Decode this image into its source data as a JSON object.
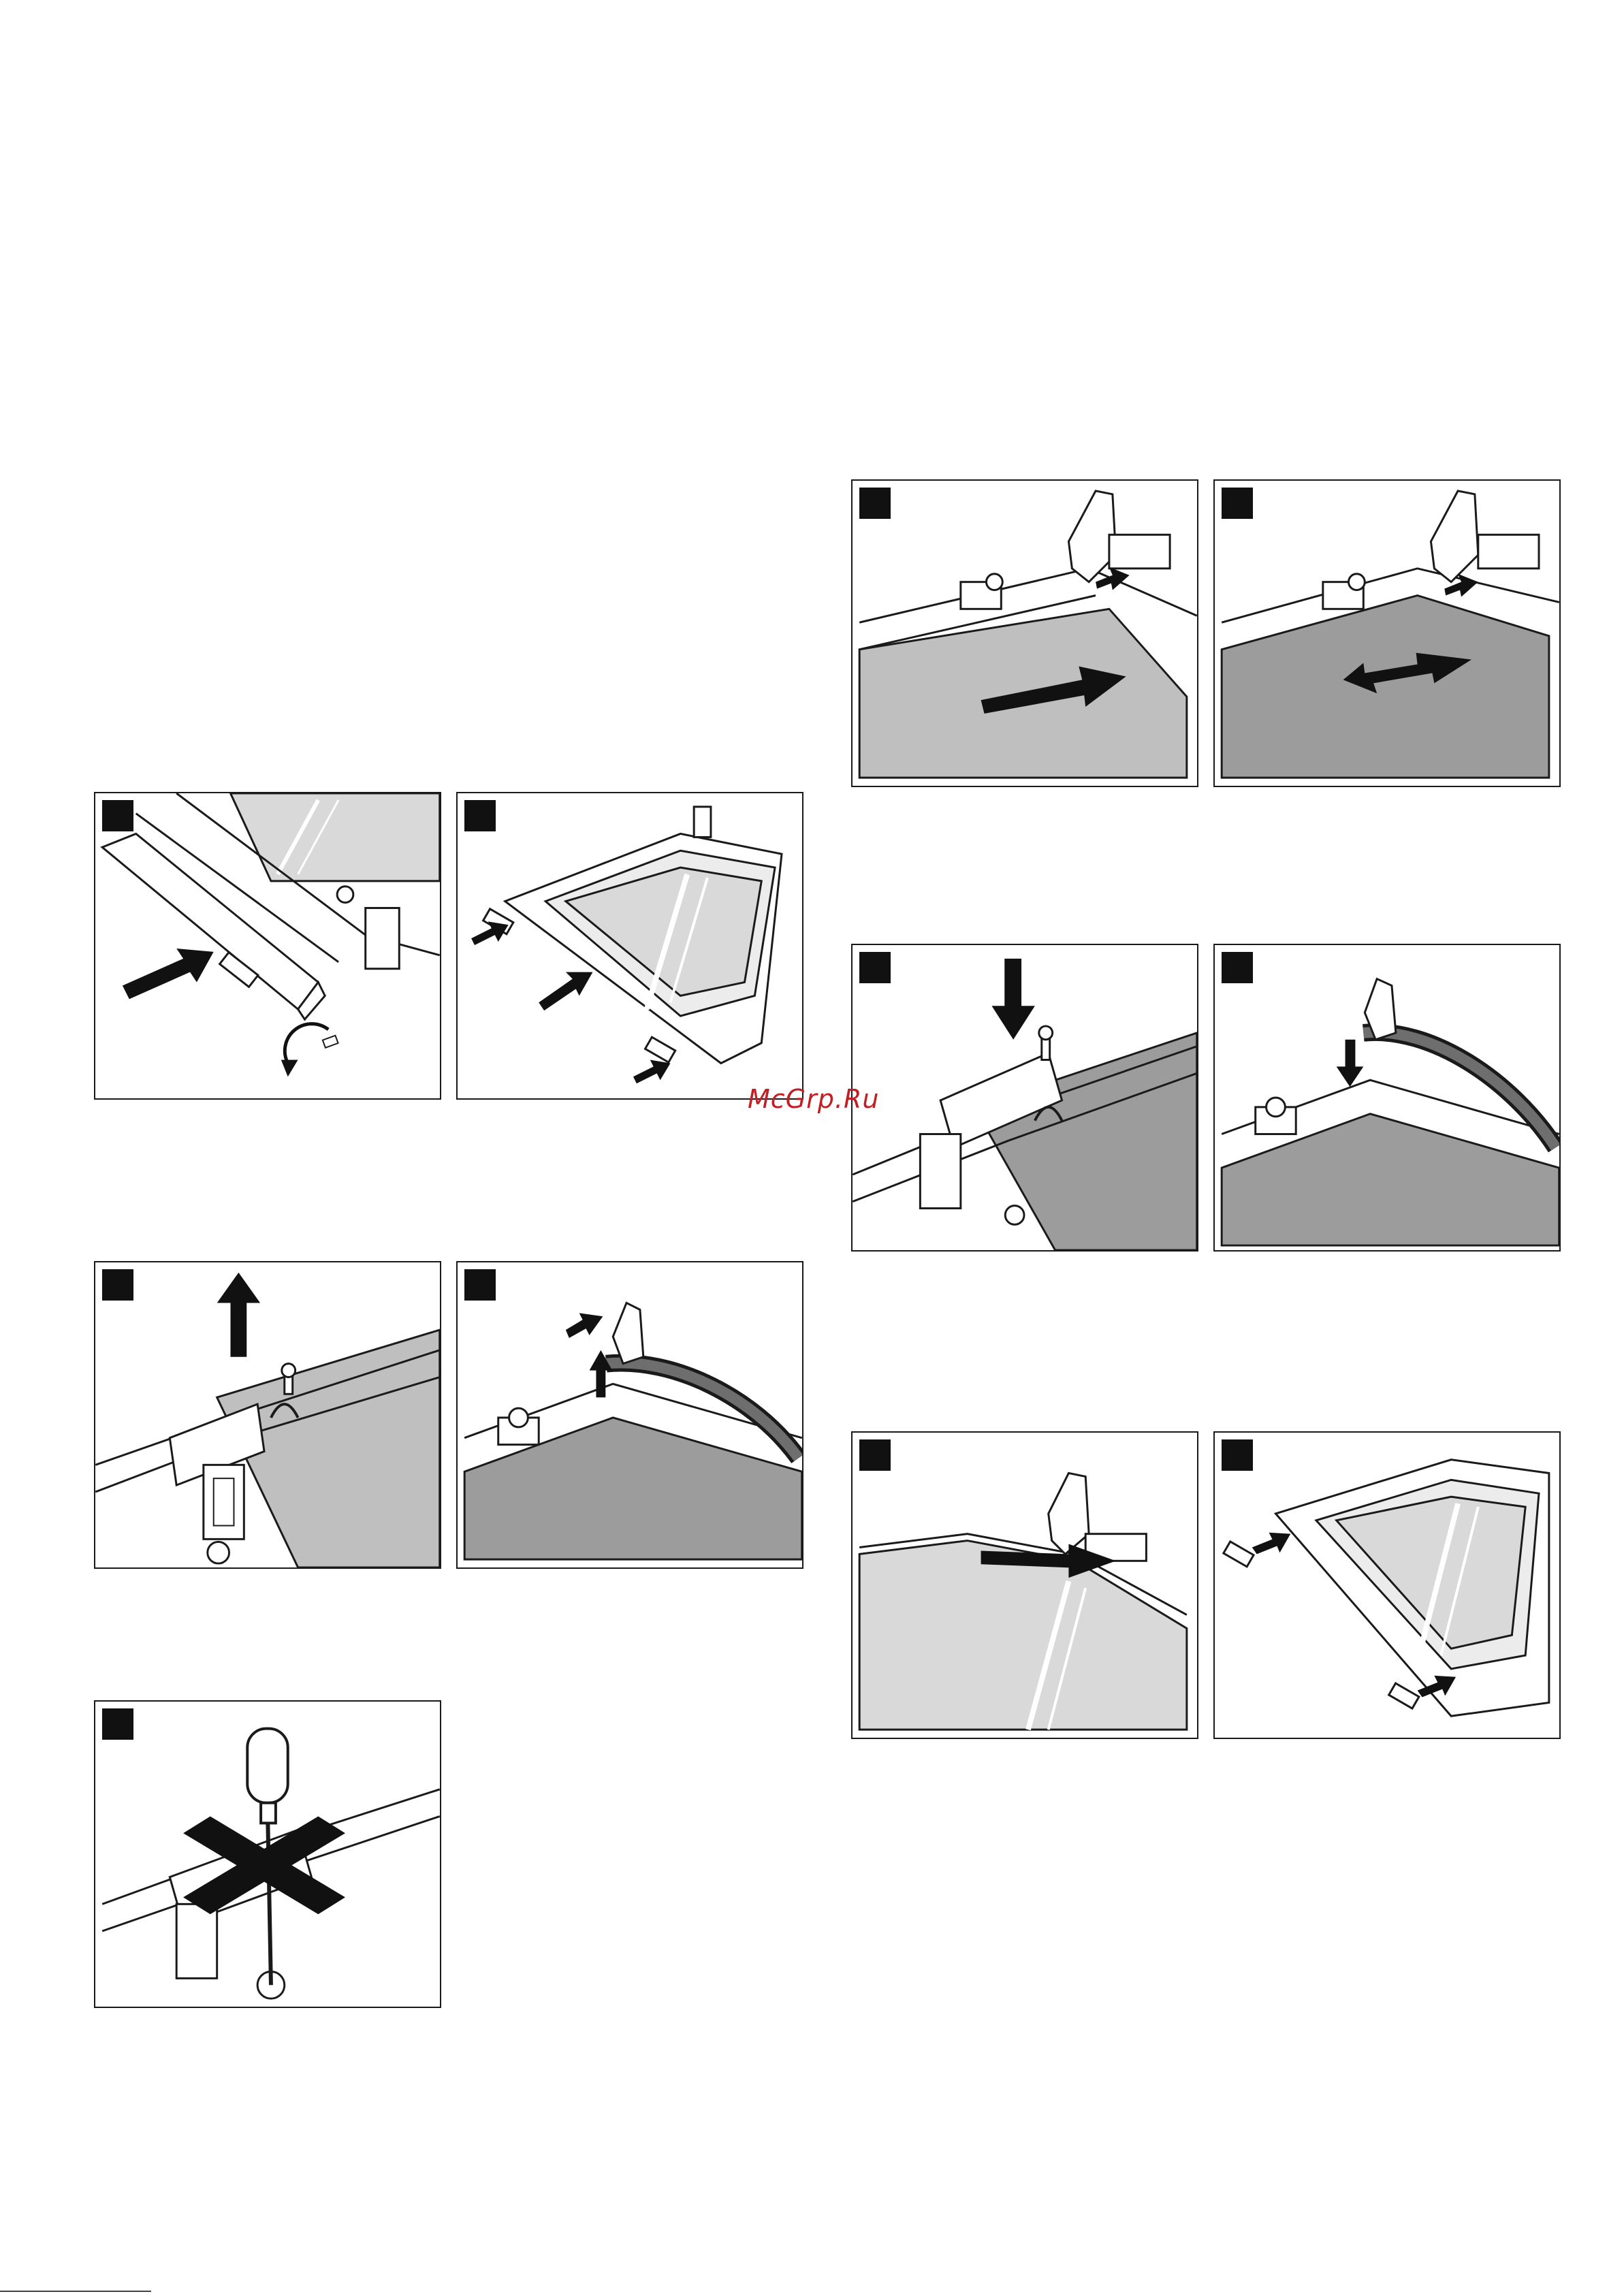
{
  "page": {
    "watermark": "McGrp.Ru"
  },
  "colors": {
    "outline": "#1a1a1a",
    "arrow": "#111111",
    "glass_light": "#d9d9d9",
    "glass_mid": "#bfbfbf",
    "glass_dark": "#9c9c9c",
    "watermark": "#c21f24"
  },
  "illustrations": [
    {
      "id": "step-1",
      "column": "left",
      "depicts": "unscrew-and-remove-door-trim"
    },
    {
      "id": "step-2",
      "column": "left",
      "depicts": "slide-out-glass-pane"
    },
    {
      "id": "step-3",
      "column": "left",
      "depicts": "remove-screw-and-bracket"
    },
    {
      "id": "step-4",
      "column": "left",
      "depicts": "pull-seal-from-hinge"
    },
    {
      "id": "step-5",
      "column": "left",
      "depicts": "do-not-unscrew-warning"
    },
    {
      "id": "step-6",
      "column": "right",
      "depicts": "insert-glass-pane"
    },
    {
      "id": "step-7",
      "column": "right",
      "depicts": "push-glass-pane-home"
    },
    {
      "id": "step-8",
      "column": "right",
      "depicts": "fit-bracket-and-screw"
    },
    {
      "id": "step-9",
      "column": "right",
      "depicts": "refit-seal-at-hinge"
    },
    {
      "id": "step-10",
      "column": "right",
      "depicts": "slide-pane-into-holder"
    },
    {
      "id": "step-11",
      "column": "right",
      "depicts": "attach-door-trim-clips"
    }
  ]
}
